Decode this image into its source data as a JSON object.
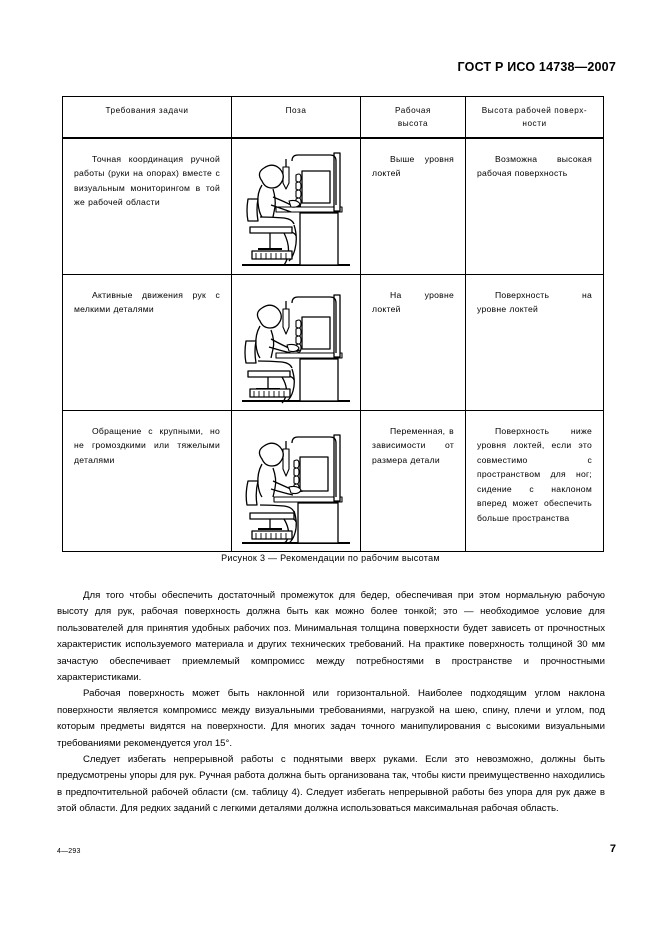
{
  "header": {
    "standard_title": "ГОСТ Р ИСО 14738—2007"
  },
  "table": {
    "columns": [
      {
        "key": "requirements",
        "label": "Требования задачи"
      },
      {
        "key": "pose",
        "label": "Поза"
      },
      {
        "key": "working_height",
        "label": "Рабочая\nвысота"
      },
      {
        "key": "surface_height",
        "label": "Высота рабочей поверх-\nности"
      }
    ],
    "column_labels": {
      "requirements": "Требования задачи",
      "pose": "Поза",
      "working_height_line1": "Рабочая",
      "working_height_line2": "высота",
      "surface_height_line1": "Высота рабочей поверх-",
      "surface_height_line2": "ности"
    },
    "rows": [
      {
        "requirements": "Точная координация ручной работы (руки на опорах) вместе с визуальным мониторингом в той же рабочей области",
        "pose_icon": "seated-worker-high-bench-icon",
        "working_height": "Выше уровня локтей",
        "surface_height": "Возможна высокая рабочая поверхность"
      },
      {
        "requirements": "Активные движения рук с мелкими деталями",
        "pose_icon": "seated-worker-elbow-level-bench-icon",
        "working_height": "На уровне локтей",
        "surface_height": "Поверхность на уровне локтей"
      },
      {
        "requirements": "Обращение с крупными, но не громоздкими или тяжелыми деталями",
        "pose_icon": "seated-worker-low-bench-icon",
        "working_height": "Переменная, в зависимости от размера детали",
        "surface_height": "Поверхность ниже уровня локтей, если это совместимо с пространством для ног; сидение с наклоном вперед может обеспечить больше пространства"
      }
    ]
  },
  "figure": {
    "caption": "Рисунок 3 — Рекомендации по рабочим высотам"
  },
  "body": {
    "paragraphs": [
      "Для того чтобы обеспечить достаточный промежуток для бедер, обеспечивая при этом нормальную рабочую высоту для рук, рабочая поверхность должна быть как можно более тонкой; это — необходимое условие для пользователей для принятия удобных рабочих поз. Минимальная толщина поверхности будет зависеть от прочностных характеристик используемого материала и других технических требований. На практике поверхность толщиной 30 мм зачастую обеспечивает приемлемый компромисс между потребностями в пространстве и прочностными характеристиками.",
      "Рабочая поверхность может быть наклонной или горизонтальной. Наиболее подходящим углом наклона поверхности является компромисс между визуальными требованиями, нагрузкой на шею, спину, плечи и углом, под которым предметы видятся на поверхности. Для многих задач точного манипулирования с высокими визуальными требованиями рекомендуется угол 15°.",
      "Следует избегать непрерывной работы с поднятыми вверх руками. Если это невозможно, должны быть предусмотрены упоры для рук. Ручная работа должна быть организована так, чтобы кисти преимущественно находились в предпочтительной рабочей области (см. таблицу 4). Следует избегать непрерывной работы без упора для рук даже в этой области. Для редких заданий с легкими деталями должна использоваться максимальная рабочая область."
    ]
  },
  "footer": {
    "signature": "4—293",
    "page_number": "7"
  },
  "colors": {
    "text": "#000000",
    "background": "#ffffff",
    "rule": "#000000"
  }
}
